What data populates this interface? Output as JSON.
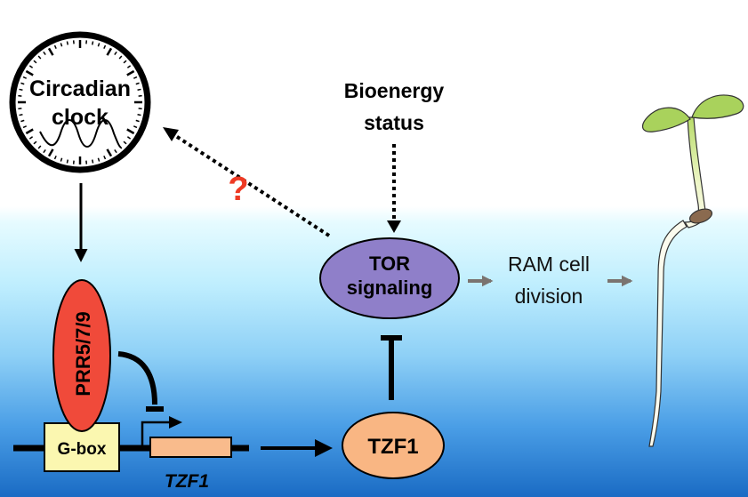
{
  "title": "Circadian clock – TZF1 – TOR signaling pathway diagram",
  "nodes": {
    "clock": {
      "line1": "Circadian",
      "line2": "clock"
    },
    "bioenergy": {
      "line1": "Bioenergy",
      "line2": "status"
    },
    "tor": {
      "line1": "TOR",
      "line2": "signaling"
    },
    "ram": {
      "line1": "RAM cell",
      "line2": "division"
    },
    "prr": {
      "label": "PRR5/7/9"
    },
    "gbox": {
      "label": "G-box"
    },
    "gene": {
      "label": "TZF1"
    },
    "tzf1_protein": {
      "label": "TZF1"
    },
    "question": {
      "label": "?"
    }
  },
  "colors": {
    "prr": "#f04a3a",
    "gbox": "#fbf7b0",
    "gene": "#f9bb8c",
    "tzf1_protein": "#f9b683",
    "tor": "#8f7fc9",
    "question": "#ee3a24",
    "gray_arrow": "#7a7370",
    "leaf": "#a9d25c",
    "seed": "#8a6a4f"
  }
}
